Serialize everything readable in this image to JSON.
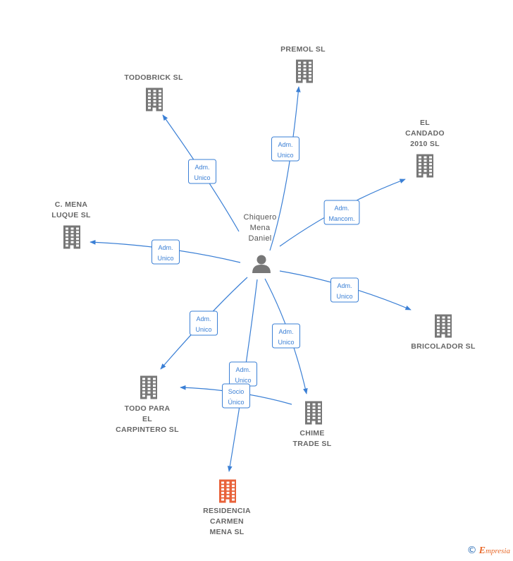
{
  "person": {
    "id": "person",
    "label_lines": [
      "Chiquero",
      "Mena",
      "Daniel"
    ],
    "icon": "person-icon"
  },
  "companies": [
    {
      "id": "premol",
      "label_lines": [
        "PREMOL SL"
      ],
      "icon": "building-icon",
      "color": "#777777"
    },
    {
      "id": "todobrick",
      "label_lines": [
        "TODOBRICK SL"
      ],
      "icon": "building-icon",
      "color": "#777777"
    },
    {
      "id": "elcandado",
      "label_lines": [
        "EL",
        "CANDADO",
        "2010 SL"
      ],
      "icon": "building-icon",
      "color": "#777777"
    },
    {
      "id": "cmena",
      "label_lines": [
        "C.  MENA",
        "LUQUE SL"
      ],
      "icon": "building-icon",
      "color": "#777777"
    },
    {
      "id": "bricolador",
      "label_lines": [
        "BRICOLADOR SL"
      ],
      "icon": "building-icon",
      "color": "#777777"
    },
    {
      "id": "todopara",
      "label_lines": [
        "TODO PARA",
        "EL",
        "CARPINTERO SL"
      ],
      "icon": "building-icon",
      "color": "#777777"
    },
    {
      "id": "chime",
      "label_lines": [
        "CHIME",
        "TRADE SL"
      ],
      "icon": "building-icon",
      "color": "#777777"
    },
    {
      "id": "residencia",
      "label_lines": [
        "RESIDENCIA",
        "CARMEN",
        "MENA SL"
      ],
      "icon": "building-icon",
      "color": "#e8623a",
      "focus": true
    }
  ],
  "relations": [
    {
      "from": "person",
      "to": "premol",
      "label_lines": [
        "Adm.",
        "Unico"
      ]
    },
    {
      "from": "person",
      "to": "todobrick",
      "label_lines": [
        "Adm.",
        "Unico"
      ]
    },
    {
      "from": "person",
      "to": "elcandado",
      "label_lines": [
        "Adm.",
        "Mancom."
      ]
    },
    {
      "from": "person",
      "to": "cmena",
      "label_lines": [
        "Adm.",
        "Unico"
      ]
    },
    {
      "from": "person",
      "to": "bricolador",
      "label_lines": [
        "Adm.",
        "Unico"
      ]
    },
    {
      "from": "person",
      "to": "todopara",
      "label_lines": [
        "Adm.",
        "Unico"
      ]
    },
    {
      "from": "person",
      "to": "chime",
      "label_lines": [
        "Adm.",
        "Unico"
      ]
    },
    {
      "from": "person",
      "to": "residencia",
      "label_lines": [
        "Adm.",
        "Unico"
      ]
    },
    {
      "from": "chime",
      "to": "todopara",
      "label_lines": [
        "Socio",
        "Único"
      ]
    }
  ],
  "colors": {
    "edge": "#3a7fd5",
    "building": "#777777",
    "focus_building": "#e8623a",
    "person": "#777777"
  },
  "footer": {
    "copyright": "©",
    "brand_initial": "E",
    "brand_rest": "mpresia"
  }
}
